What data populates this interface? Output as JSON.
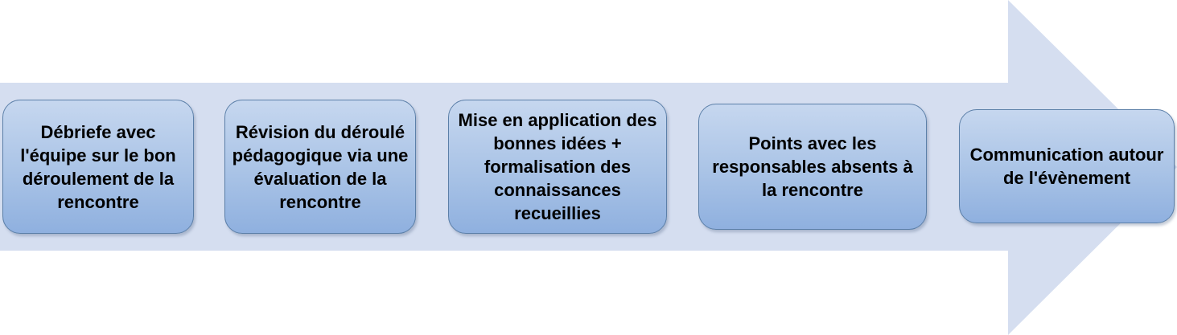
{
  "colors": {
    "arrow_fill": "#d5def0",
    "box_border": "#5b7fa8",
    "box_fill_top": "#c6d7ef",
    "box_fill_bottom": "#8fb0df",
    "text": "#000000"
  },
  "steps": [
    {
      "label": "Débriefe avec l'équipe sur le bon déroulement de la rencontre"
    },
    {
      "label": "Révision du déroulé pédagogique via une évaluation de la rencontre"
    },
    {
      "label": "Mise en application des bonnes idées + formalisation des connaissances recueillies"
    },
    {
      "label": "Points avec les responsables absents à la rencontre"
    },
    {
      "label": "Communication autour de l'évènement"
    }
  ]
}
